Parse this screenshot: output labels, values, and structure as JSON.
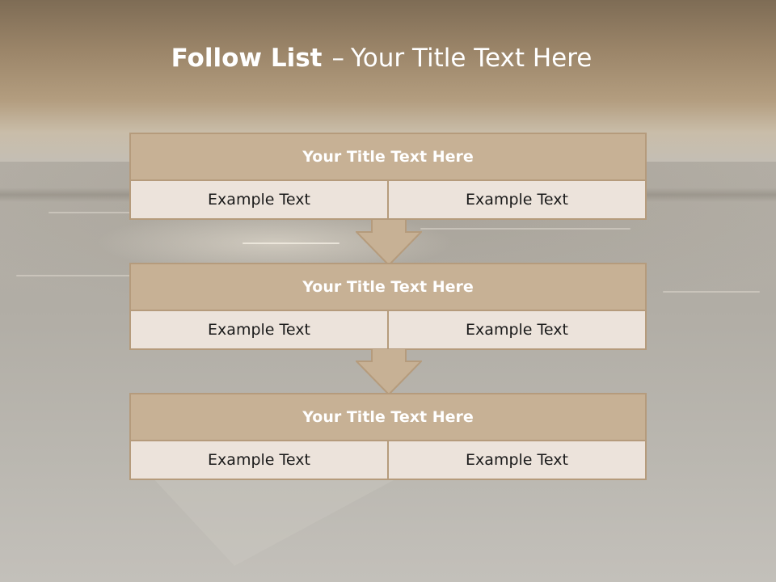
{
  "slide": {
    "title_bold": "Follow List",
    "title_sep": "–",
    "title_rest": "Your Title Text Here"
  },
  "steps": [
    {
      "title": "Your Title Text Here",
      "left": "Example Text",
      "right": "Example Text"
    },
    {
      "title": "Your Title Text Here",
      "left": "Example Text",
      "right": "Example Text"
    },
    {
      "title": "Your Title Text Here",
      "left": "Example Text",
      "right": "Example Text"
    }
  ],
  "colors": {
    "header_fill": "#c7b195",
    "cell_fill": "#ece3db",
    "border": "#b59b7c",
    "arrow_fill": "#c7b195"
  }
}
